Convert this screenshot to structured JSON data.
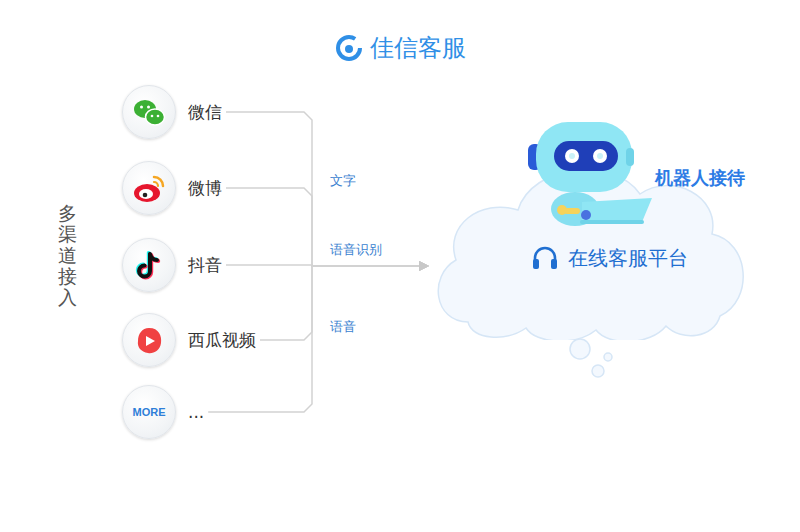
{
  "diagram": {
    "title": "佳信客服",
    "nodes": [
      {
        "text": [
          "微信"
        ]
      },
      {
        "text": [
          "微博"
        ]
      },
      {
        "text": [
          "抖音"
        ]
      },
      {
        "text": [
          "西瓜视频"
        ]
      },
      {
        "text": [
          "MORE",
          "..."
        ]
      },
      {
        "text": [
          "在线客服平台"
        ]
      }
    ],
    "edges": [
      {
        "from": 0,
        "to": 5,
        "arrow": "to"
      },
      {
        "from": 1,
        "to": 5,
        "arrow": "to"
      },
      {
        "from": 2,
        "to": 5,
        "arrow": "to"
      },
      {
        "from": 3,
        "to": 5,
        "arrow": "to"
      },
      {
        "from": 4,
        "to": 5,
        "arrow": "to"
      }
    ],
    "labels": [
      "多渠道接入",
      "文字",
      "语音识别",
      "语音",
      "机器人接待"
    ]
  }
}
